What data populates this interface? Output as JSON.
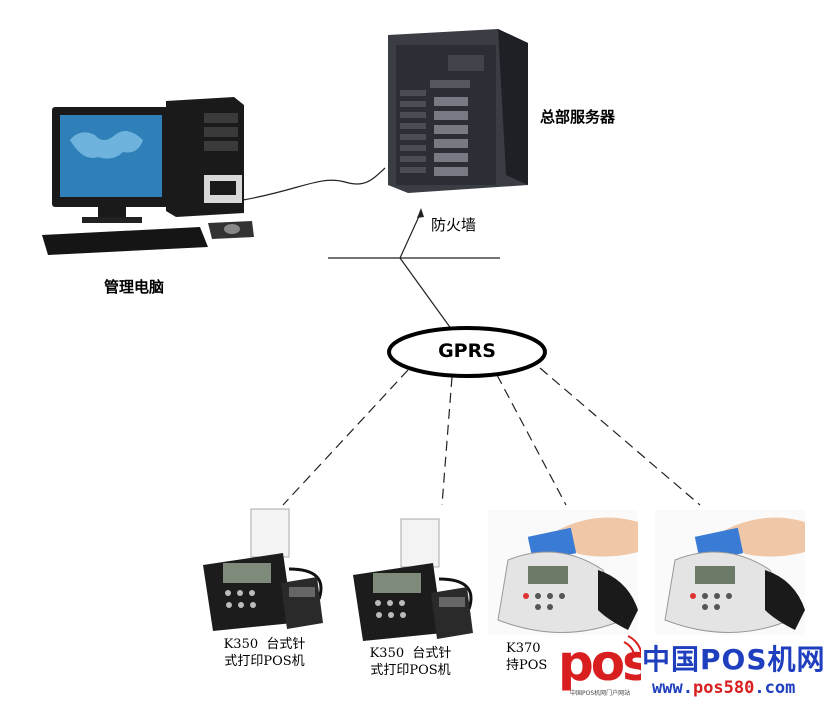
{
  "nodes": {
    "server_label": "总部服务器",
    "firewall_label": "防火墙",
    "pc_label": "管理电脑",
    "gprs_label": "GPRS"
  },
  "devices": [
    {
      "model": "K350",
      "desc": "台式针",
      "desc2": "式打印POS机"
    },
    {
      "model": "K350",
      "desc": "台式针",
      "desc2": "式打印POS机"
    },
    {
      "model": "K370",
      "desc": "",
      "desc2": "持POS"
    },
    {
      "model": "",
      "desc": "",
      "desc2": ""
    }
  ],
  "watermark": {
    "logo_text": "pos",
    "cn": "中国POS机网",
    "url_prefix": "www.",
    "url_brand": "pos580",
    "url_suffix": ".com",
    "small": "中国POS机网门户网站",
    "colors": {
      "logo": "#d81e1e",
      "cn": "#1f3fbf",
      "url_blue": "#1f3fbf",
      "url_red": "#d81e1e"
    }
  }
}
